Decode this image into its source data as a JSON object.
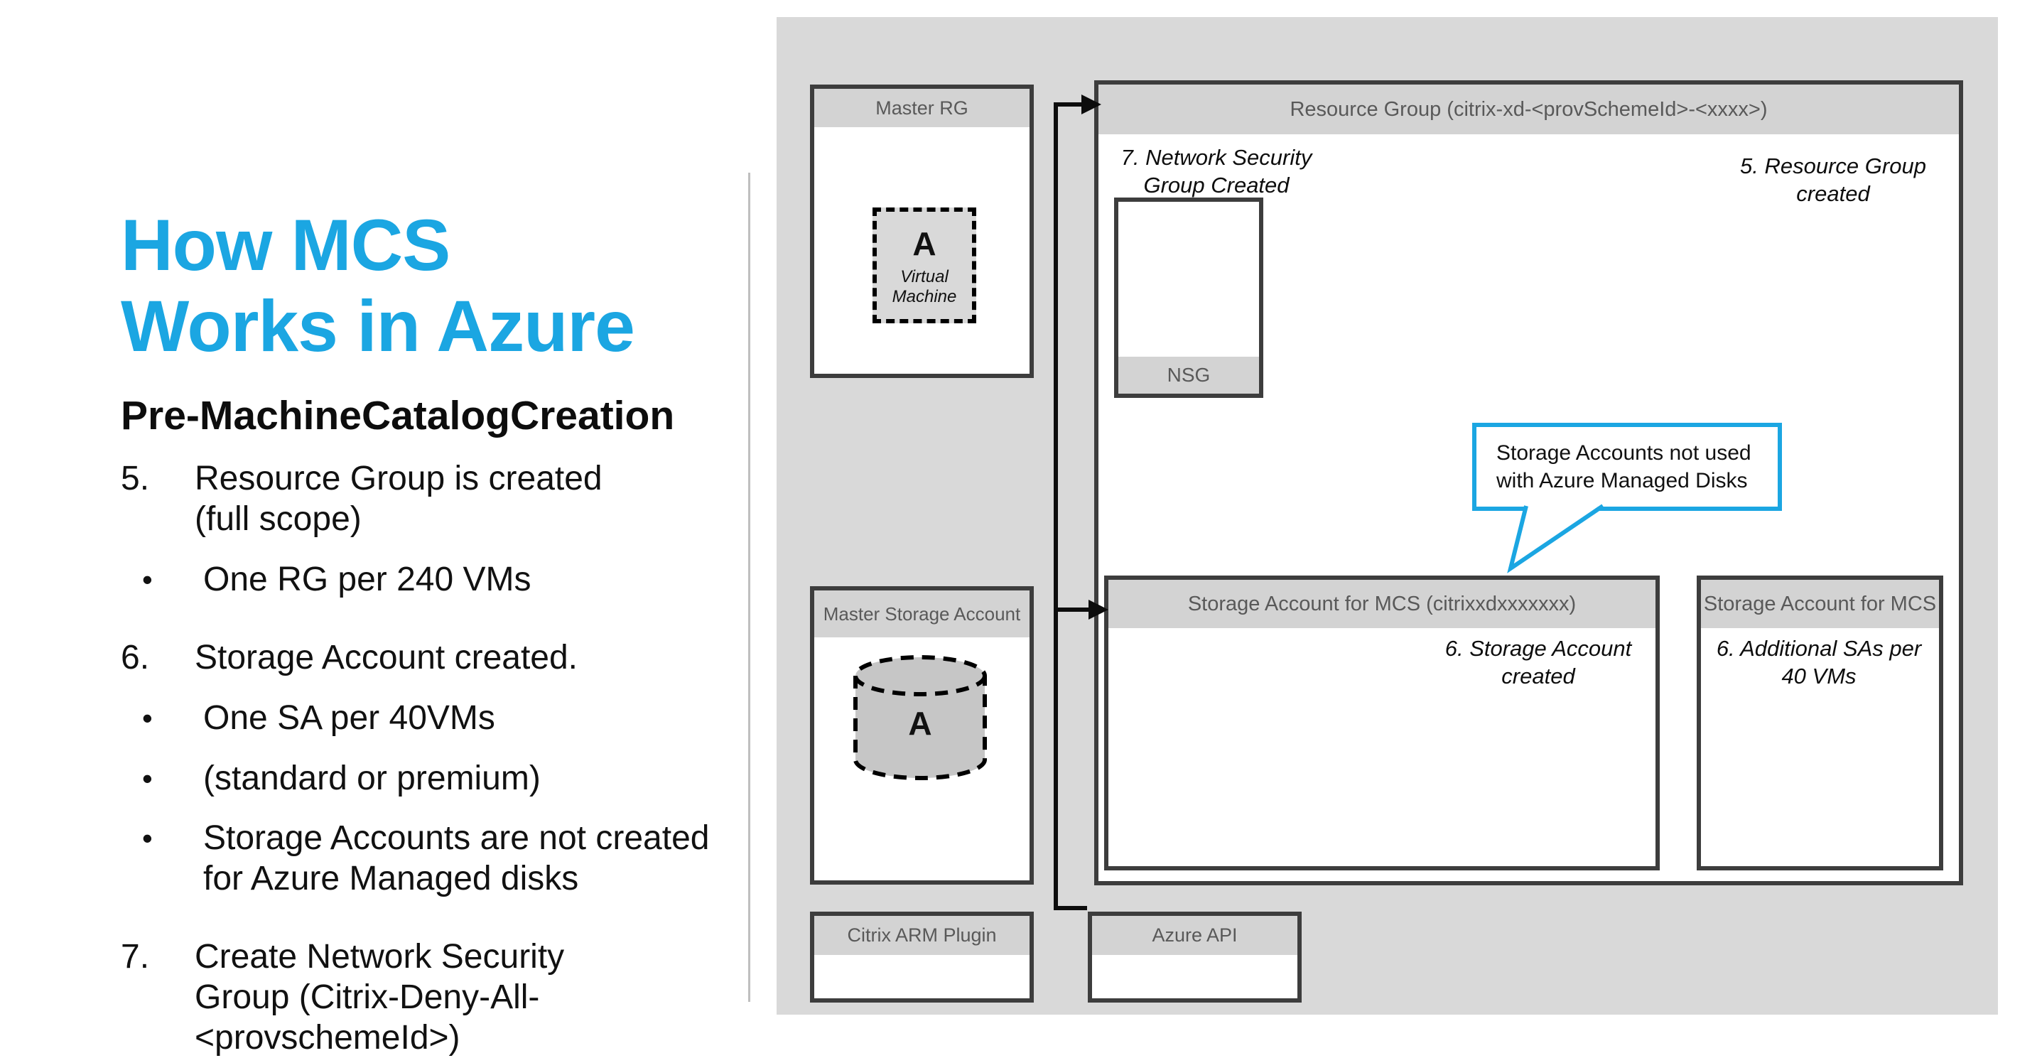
{
  "slide": {
    "title_lines": [
      "How MCS",
      "Works in Azure"
    ],
    "subtitle": "Pre-MachineCatalogCreation",
    "list": [
      {
        "marker": "5.",
        "text": "Resource Group is created\n(full scope)"
      },
      {
        "marker": "•",
        "text": "One RG per 240 VMs"
      },
      {
        "marker": "6.",
        "text": "Storage Account created."
      },
      {
        "marker": "•",
        "text": "One SA per 40VMs"
      },
      {
        "marker": "•",
        "text": "(standard or premium)"
      },
      {
        "marker": "•",
        "text": "Storage Accounts are not created\nfor Azure Managed disks"
      },
      {
        "marker": "7.",
        "text": "Create Network Security\nGroup (Citrix-Deny-All-\n<provschemeId>)"
      }
    ]
  },
  "diagram": {
    "master_rg": {
      "title": "Master RG",
      "vm_label": "A",
      "vm_caption": "Virtual\nMachine"
    },
    "resource_group": {
      "title": "Resource Group (citrix-xd-<provSchemeId>-<xxxx>)",
      "nsg_note": "7. Network Security\nGroup Created",
      "rg_note": "5. Resource Group\ncreated",
      "nsg_label": "NSG",
      "callout_text": "Storage Accounts not used\nwith Azure Managed Disks",
      "sa1_title": "Storage Account for MCS (citrixxdxxxxxxx)",
      "sa1_note": "6. Storage Account\ncreated",
      "sa2_title": "Storage Account for MCS",
      "sa2_note": "6. Additional SAs per\n40 VMs"
    },
    "master_storage_account": {
      "title": "Master Storage Account",
      "label": "A"
    },
    "citrix_arm_plugin": {
      "title": "Citrix ARM Plugin"
    },
    "azure_api": {
      "title": "Azure API"
    },
    "colors": {
      "accent_blue": "#1BA6E2",
      "panel_gray": "#d9d9d9",
      "header_gray": "#d3d3d3",
      "border_dark": "#3d3d3d",
      "header_text_gray": "#595959"
    }
  }
}
